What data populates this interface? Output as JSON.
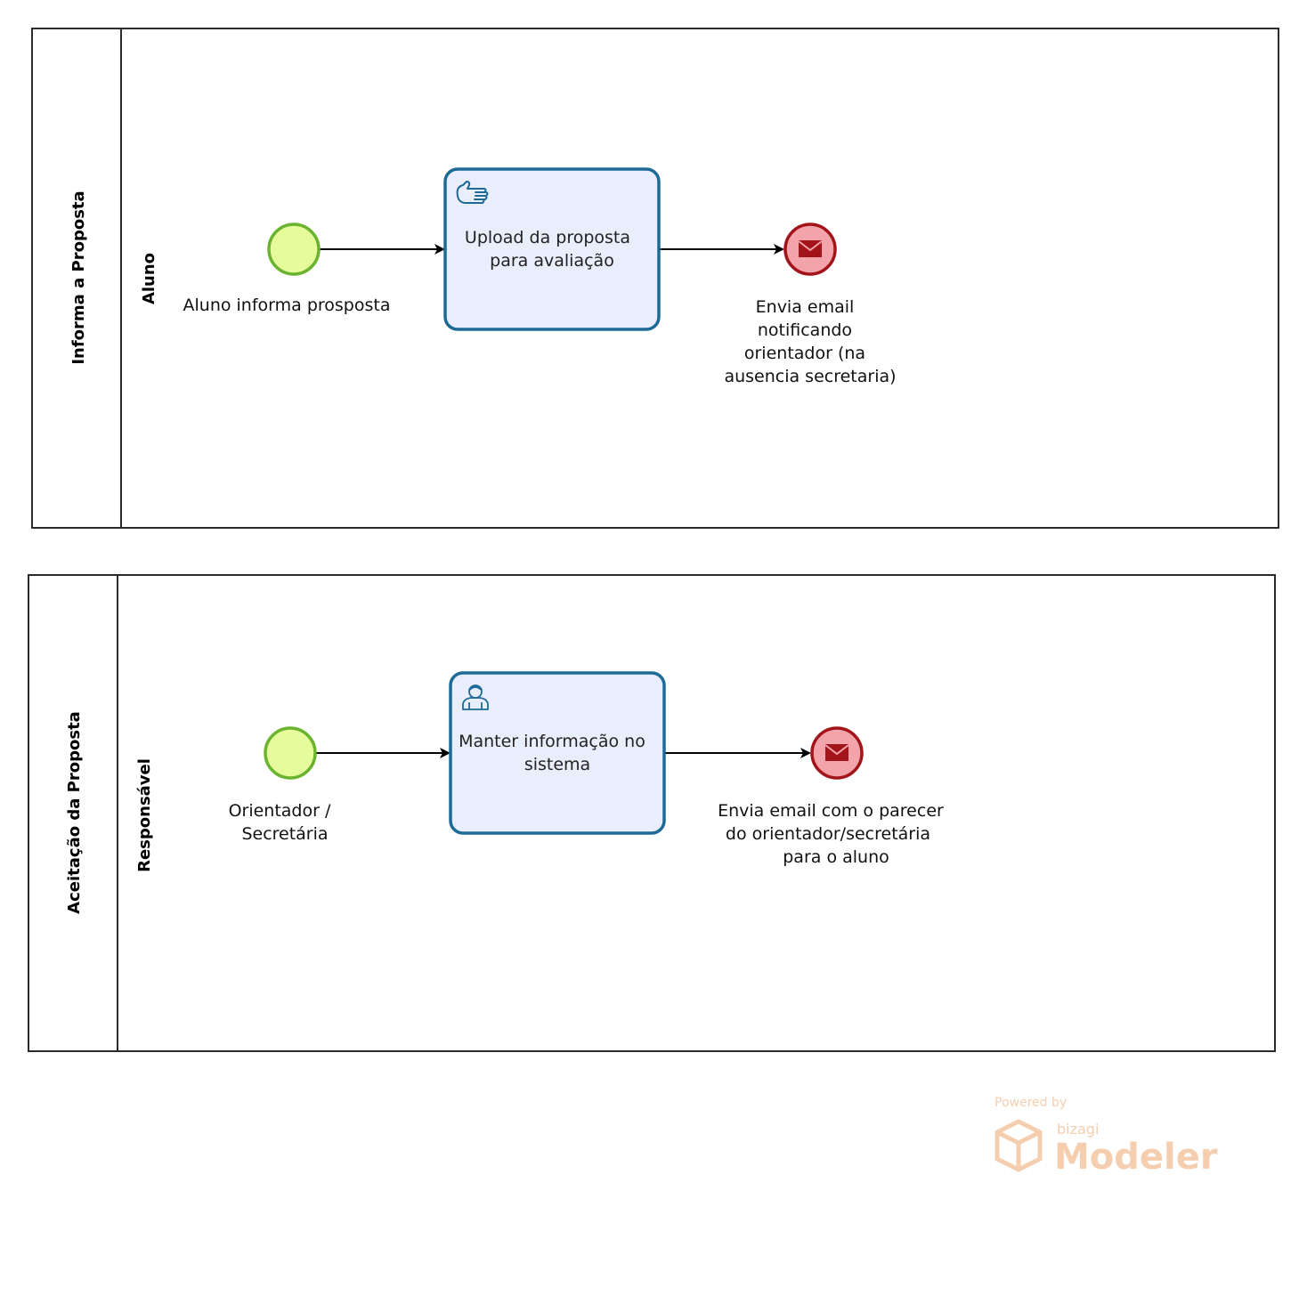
{
  "pools": [
    {
      "title": "Informa a Proposta",
      "lane": "Aluno",
      "start_label": [
        "Aluno informa prosposta"
      ],
      "task_label": [
        "Upload da proposta",
        "para avaliação"
      ],
      "task_icon": "hand-icon",
      "end_label": [
        "Envia email",
        "notificando",
        "orientador (na",
        "ausencia secretaria)"
      ],
      "end_icon": "envelope-icon"
    },
    {
      "title": "Aceitação da Proposta",
      "lane": "Responsável",
      "start_label": [
        "Orientador /",
        "Secretária"
      ],
      "task_label": [
        "Manter informação no",
        "sistema"
      ],
      "task_icon": "user-icon",
      "end_label": [
        "Envia email com o parecer",
        "do orientador/secretária",
        "para o aluno"
      ],
      "end_icon": "envelope-icon"
    }
  ],
  "colors": {
    "task_fill": "#e9eefc",
    "task_stroke": "#1e6a97",
    "start_fill": "#e6fb9b",
    "start_stroke": "#6ab32e",
    "end_fill": "#f3a3aa",
    "end_stroke": "#a21419"
  },
  "watermark": {
    "powered": "Powered by",
    "brand": "bizagi",
    "product": "Modeler"
  }
}
